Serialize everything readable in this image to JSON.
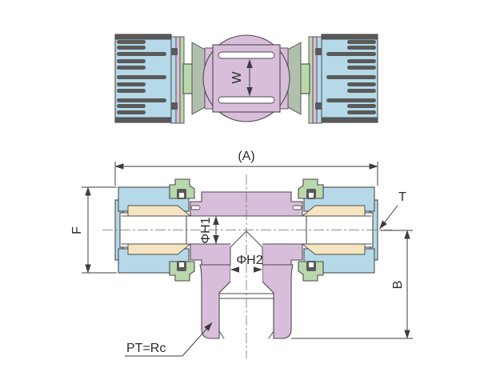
{
  "labels": {
    "width_across_flats": "W",
    "overall_length": "(A)",
    "hex_flats": "F",
    "bore_h1": "ΦH1",
    "branch_bore_h2": "ΦH2",
    "tube_end": "T",
    "branch_height": "B",
    "thread": "PT=Rc"
  },
  "colors": {
    "body": "#d9bedb",
    "nut": "#b5d9e8",
    "seal": "#b9d8ad",
    "collet": "#f5e4c0",
    "knurl": "#5a5a5a",
    "hardware": "#b3bfae",
    "line": "#4a4a4a",
    "background": "#ffffff"
  }
}
